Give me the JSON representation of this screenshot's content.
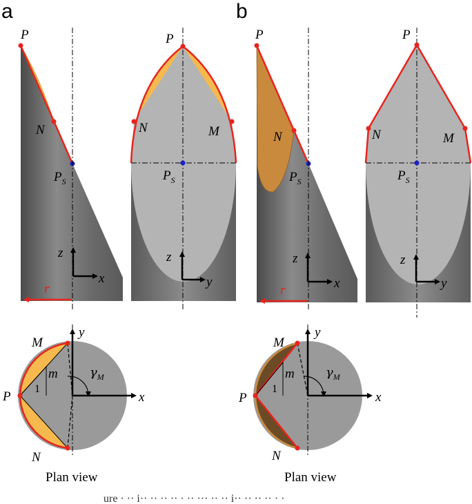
{
  "panels": {
    "a": {
      "letter": "a"
    },
    "b": {
      "letter": "b"
    }
  },
  "labels": {
    "P": "P",
    "N": "N",
    "M": "M",
    "PS_main": "P",
    "PS_sub": "S",
    "z": "z",
    "x": "x",
    "y": "y",
    "r": "r",
    "m": "m",
    "one": "1",
    "gamma": "γ",
    "gamma_sub": "M"
  },
  "captions": {
    "plan_view_a": "Plan view",
    "plan_view_b": "Plan view"
  },
  "colors": {
    "outline": "#e8241c",
    "fill_a": "#f6b94e",
    "fill_b": "#c98a3e",
    "fill_b_dark": "#6b4a26",
    "cylinder_dark": "#6e6e6e",
    "cylinder_light": "#b0b0b0",
    "ellipse_gray": "#b4b4b4",
    "point_blue": "#1a22c8"
  },
  "bottom_text": "ure · ·· i·· ·· ·· ·· · ·· ··· ·· ·· i·· ·· ·· ·· · ·"
}
